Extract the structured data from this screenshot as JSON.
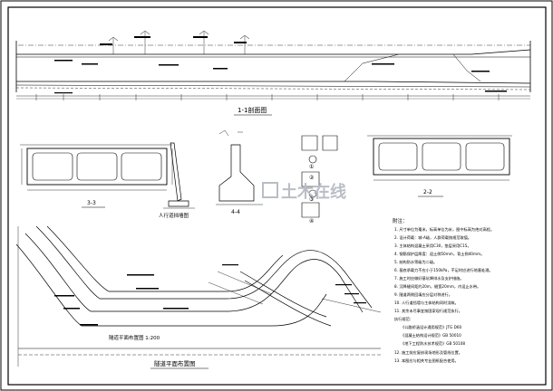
{
  "drawing": {
    "profile_title": "1-1剖面图",
    "section_33_title": "3-3",
    "section_22_title": "2-2",
    "section_44_title": "4-4",
    "retaining_wall_title": "人行道挡墙图",
    "plan_title": "隧道平面布置图",
    "detail_labels": [
      "①",
      "②",
      "③",
      "④"
    ],
    "plan_caption": "隧道平面布置图 1:200",
    "notes_heading": "附注：",
    "notes": [
      "1. 尺寸单位为毫米，标高单位为米，图中标高为绝对高程。",
      "2. 设计荷载：城-A级，人群荷载按规范取值。",
      "3. 主体结构混凝土采用C30，垫层采用C15。",
      "4. 钢筋保护层厚度：迎土侧50mm，背土侧40mm。",
      "5. 结构防水等级为二级。",
      "6. 基底承载力不应小于150kPa，不足时应进行地基处理。",
      "7. 施工时应做好基坑降排水及支护措施。",
      "8. 沉降缝间距约20m，缝宽20mm，内设止水带。",
      "9. 隧道两侧回填应分层对称进行。",
      "10. 人行道挡墙与主体结构同时浇筑。",
      "11. 其余未尽事宜按国家现行规范执行。",
      "执行规范：",
      "《公路桥涵设计通用规范》JTG D60",
      "《混凝土结构设计规范》GB 50010",
      "《地下工程防水技术规范》GB 50108",
      "12. 施工前应复核现场地形及管线位置。",
      "13. 本图应与相关专业图纸配合使用。"
    ],
    "watermark": "土木在线"
  }
}
